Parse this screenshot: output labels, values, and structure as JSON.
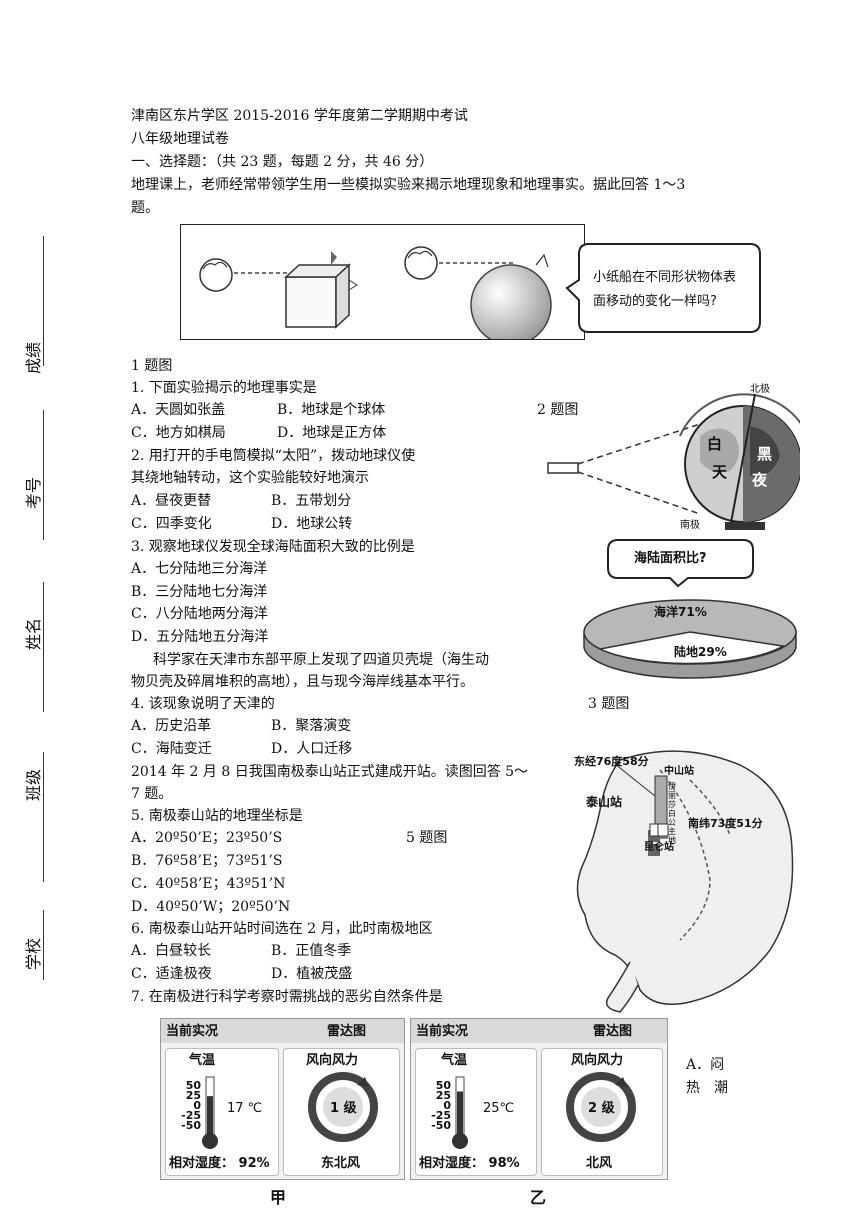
{
  "header": {
    "title": "津南区东片学区 2015-2016 学年度第二学期期中考试",
    "subtitle": "八年级地理试卷",
    "section": "一、选择题：（共 23 题，每题 2 分，共 46 分）",
    "intro_line1": "地理课上，老师经常带领学生用一些模拟实验来揭示地理现象和地理事实。据此回答 1～3",
    "intro_line2": "题。"
  },
  "margin_labels": [
    "成绩",
    "考号",
    "姓名",
    "班级",
    "学校"
  ],
  "fig1": {
    "bubble_line1": "小纸船在不同形状物体表",
    "bubble_line2": "面移动的变化一样吗?",
    "caption": "1 题图"
  },
  "fig2": {
    "caption": "2 题图",
    "north": "北极",
    "south": "南极",
    "day1": "白",
    "day2": "天",
    "night1": "黑",
    "night2": "夜"
  },
  "fig3": {
    "caption": "3 题图",
    "question": "海陆面积比?",
    "ocean": "海洋71%",
    "land": "陆地29%"
  },
  "fig5": {
    "caption": "5 题图",
    "lon": "东经76度58分",
    "lat": "南纬73度51分",
    "zhongshan": "中山站",
    "taishan": "泰山站",
    "kunlun": "昆仑站",
    "route": "伊丽莎白公主地"
  },
  "q1": {
    "stem": "1. 下面实验揭示的地理事实是",
    "a": "A．天圆如张盖",
    "b": "B．地球是个球体",
    "c": "C．地方如棋局",
    "d": "D．地球是正方体"
  },
  "q2": {
    "stem1": "2. 用打开的手电筒模拟“太阳”，拨动地球仪使",
    "stem2": "其绕地轴转动，这个实验能较好地演示",
    "a": "A．昼夜更替",
    "b": "B．五带划分",
    "c": "C．四季变化",
    "d": "D．地球公转"
  },
  "q3": {
    "stem": "3. 观察地球仪发现全球海陆面积大致的比例是",
    "a": "A．七分陆地三分海洋",
    "b": "B．三分陆地七分海洋",
    "c": "C．八分陆地两分海洋",
    "d": "D．五分陆地五分海洋"
  },
  "passage": {
    "line1": "科学家在天津市东部平原上发现了四道贝壳堤（海生动",
    "line2": "物贝壳及碎屑堆积的高地），且与现今海岸线基本平行。"
  },
  "q4": {
    "stem": "4. 该现象说明了天津的",
    "a": "A．历史沿革",
    "b": "B．聚落演变",
    "c": "C．海陆变迁",
    "d": "D．人口迁移"
  },
  "passage2": {
    "line1": "2014 年 2 月 8 日我国南极泰山站正式建成开站。读图回答 5～",
    "line2": "7 题。"
  },
  "q5": {
    "stem": "5. 南极泰山站的地理坐标是",
    "a": "A．20º50’E；23º50’S",
    "b": "B．76º58’E；73º51’S",
    "c": "C．40º58’E；43º51’N",
    "d": "D．40º50’W；20º50’N"
  },
  "q6": {
    "stem": "6. 南极泰山站开站时间选在 2 月，此时南极地区",
    "a": "A．白昼较长",
    "b": "B．正值冬季",
    "c": "C．适逢极夜",
    "d": "D．植被茂盛"
  },
  "q7": {
    "stem": "7. 在南极进行科学考察时需挑战的恶劣自然条件是",
    "opt_a_line1": "A．闷",
    "opt_a_line2": "热　潮"
  },
  "weather": [
    {
      "header_left": "当前实况",
      "header_right": "雷达图",
      "temp_label": "气温",
      "wind_label": "风向风力",
      "temp": "17 ℃",
      "level": "1 级",
      "humidity": "相对湿度：  92%",
      "wind_dir": "东北风",
      "ticks": [
        "50",
        "25",
        "0",
        "-25",
        "-50"
      ],
      "caption": "甲",
      "temp_value": 17
    },
    {
      "header_left": "当前实况",
      "header_right": "雷达图",
      "temp_label": "气温",
      "wind_label": "风向风力",
      "temp": "25℃",
      "level": "2 级",
      "humidity": "相对湿度：  98%",
      "wind_dir": "北风",
      "ticks": [
        "50",
        "25",
        "0",
        "-25",
        "-50"
      ],
      "caption": "乙",
      "temp_value": 25
    }
  ]
}
